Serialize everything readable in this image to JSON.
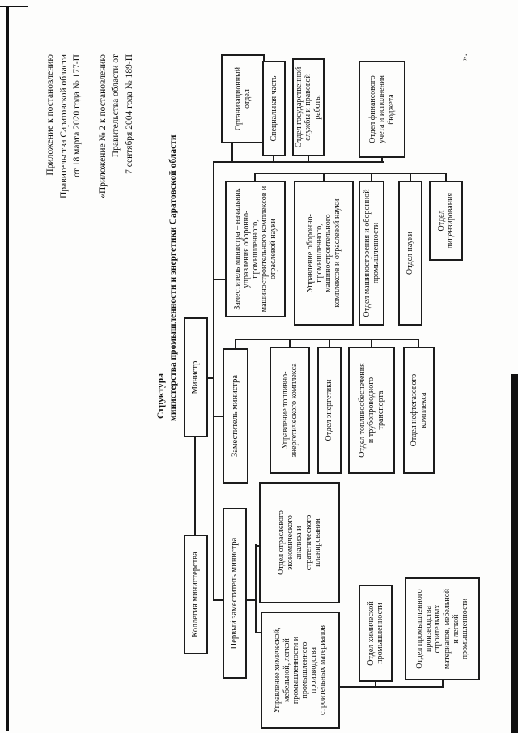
{
  "doc": {
    "ink_color": "#1c1c1c",
    "paper_color": "#fdfdfc",
    "header_block1": [
      "Приложение к постановлению",
      "Правительства Саратовской области",
      "от 18 марта 2020 года № 177-П"
    ],
    "header_block2": [
      "«Приложение № 2 к постановлению",
      "Правительства области от",
      "7 сентября 2004 года № 189-П"
    ],
    "title_line1": "Структура",
    "title_line2": "министерства промышленности и энергетики Саратовской области",
    "closing_mark": "»."
  },
  "org": {
    "collegium": "Коллегия министерства",
    "minister": "Министр",
    "first_deputy": "Первый заместитель министра",
    "deputy": "Заместитель министра",
    "deputy_head": "Заместитель министра – начальник управления оборонно-промышленного, машиностроительного комплексов и отраслевой науки",
    "org_dept": "Организационный отдел",
    "special_unit": "Специальная часть",
    "civil_service_dept": "Отдел государственной службы и правовой работы",
    "finance_dept": "Отдел финансового учета и исполнения бюджета",
    "sector_analysis_dept": "Отдел отраслевого экономического анализа и стратегического планирования",
    "chem_industry_dir": "Управление химической, мебельной, легкой промышленности и промышленного производства строительных материалов",
    "chem_dept": "Отдел химической промышленности",
    "building_dept": "Отдел промышленного производства строительных материалов, мебельной и легкой промышленности",
    "fuel_energy_dir": "Управление топливно-энергетического комплекса",
    "energy_dept": "Отдел энергетики",
    "fuel_supply_dept": "Отдел топливообеспечения и трубопроводного транспорта",
    "oil_gas_dept": "Отдел нефтегазового комплекса",
    "defense_dir": "Управление оборонно-промышленного, машиностроительного комплексов и отраслевой науки",
    "machinery_dept": "Отдел машиностроения и оборонной промышленности",
    "science_dept": "Отдел науки",
    "licensing_dept": "Отдел лицензирования"
  }
}
